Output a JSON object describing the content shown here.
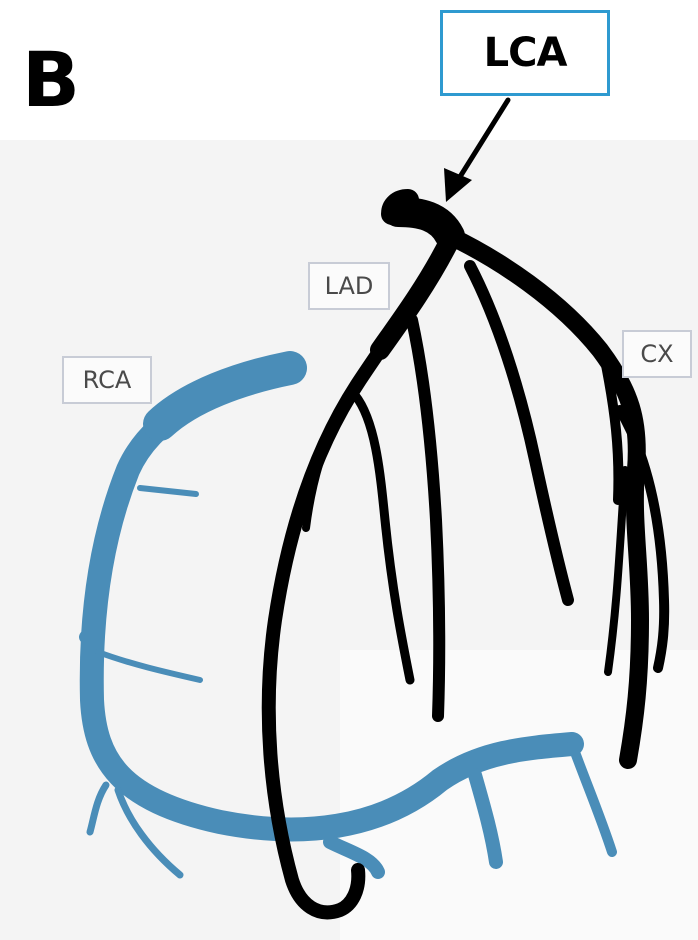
{
  "figure": {
    "panel_letter": "B",
    "labels": {
      "lca": "LCA",
      "lad": "LAD",
      "cx": "CX",
      "rca": "RCA"
    }
  },
  "colors": {
    "lca_branches": "#000000",
    "rca_branches": "#4a8db8",
    "lca_box_border": "#2e9ad0",
    "label_border": "#c8ccd6"
  }
}
